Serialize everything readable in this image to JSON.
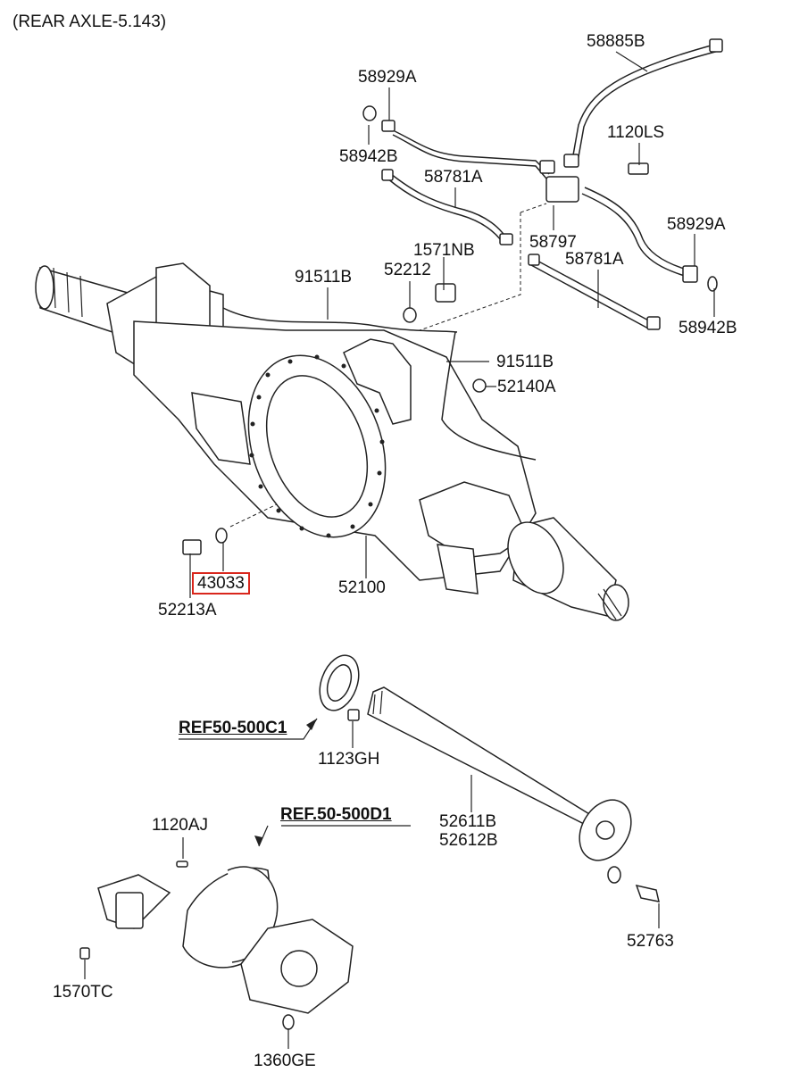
{
  "title": "(REAR AXLE-5.143)",
  "highlight_color": "#d9261c",
  "labels": {
    "p58885B": "58885B",
    "p58929A_top": "58929A",
    "p58942B_top": "58942B",
    "p1120LS": "1120LS",
    "p58781A_top": "58781A",
    "p1571NB": "1571NB",
    "p52212": "52212",
    "p91511B_top": "91511B",
    "p58797": "58797",
    "p58781A_right": "58781A",
    "p58929A_right": "58929A",
    "p58942B_right": "58942B",
    "p91511B_right": "91511B",
    "p52140A": "52140A",
    "p43033": "43033",
    "p52213A": "52213A",
    "p52100": "52100",
    "ref1": "REF50-500C1",
    "p1123GH": "1123GH",
    "ref2": "REF.50-500D1",
    "p1120AJ": "1120AJ",
    "p52611B": "52611B",
    "p52612B": "52612B",
    "p52763": "52763",
    "p1570TC": "1570TC",
    "p1360GE": "1360GE"
  }
}
